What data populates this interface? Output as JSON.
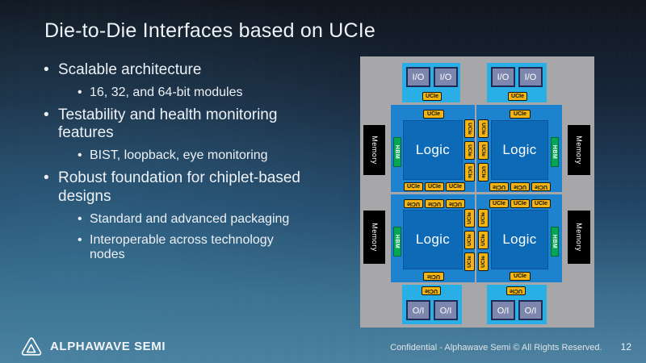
{
  "slide": {
    "title": "Die-to-Die Interfaces based on UCIe",
    "bullets": [
      {
        "level": 1,
        "text": "Scalable architecture"
      },
      {
        "level": 2,
        "text": "16, 32, and 64-bit modules"
      },
      {
        "level": 1,
        "text": "Testability and health monitoring features"
      },
      {
        "level": 2,
        "text": "BIST, loopback, eye monitoring"
      },
      {
        "level": 1,
        "text": "Robust foundation for chiplet-based designs"
      },
      {
        "level": 2,
        "text": "Standard and advanced packaging"
      },
      {
        "level": 2,
        "text": "Interoperable across technology nodes"
      }
    ],
    "footer": {
      "brand": "ALPHAWAVE SEMI",
      "confidential": "Confidential -  Alphawave Semi © All Rights Reserved.",
      "page_number": "12"
    }
  },
  "diagram": {
    "labels": {
      "logic": "Logic",
      "ucie": "UCIe",
      "hbm": "HBM",
      "memory": "Memory",
      "io": "I/O"
    },
    "colors": {
      "package": "#a7a7a9",
      "die": "#1d83cf",
      "logic_block": "#0c6ab6",
      "io_chiplet": "#2aaee6",
      "io_block": "#7d86ac",
      "ucie": "#f4b513",
      "hbm": "#04a553",
      "memory": "#000000"
    }
  }
}
